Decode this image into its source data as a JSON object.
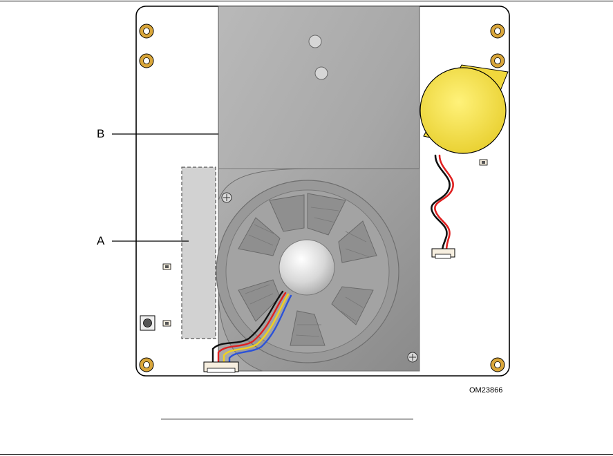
{
  "callouts": {
    "a": "A",
    "b": "B"
  },
  "figure_code": "OM23866",
  "colors": {
    "board": "#ffffff",
    "heatsink": "#a6a6a6",
    "fan_housing": "#9e9e9e",
    "battery": "#f5e24a",
    "mounting_hole": "#d9a63a",
    "wire_red": "#e02020",
    "wire_black": "#111111",
    "wire_blue": "#2b52d8",
    "wire_yellow": "#f2d21c"
  }
}
